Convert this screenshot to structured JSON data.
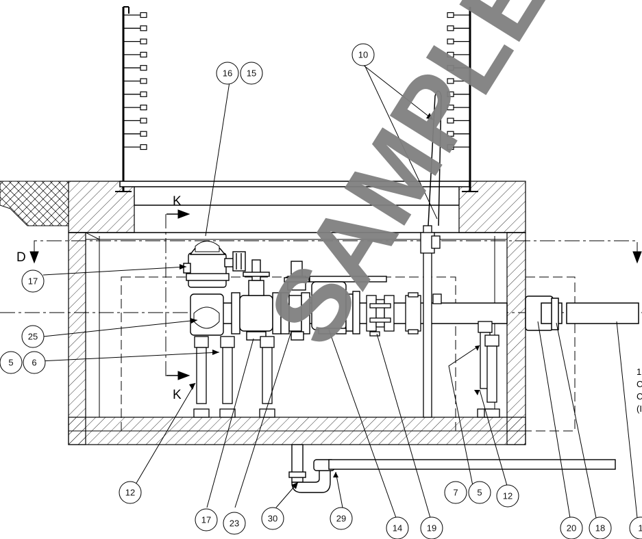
{
  "watermark": {
    "text": "SAMPLE",
    "color": "#808080"
  },
  "section_marks": {
    "k_top": "K",
    "k_bottom": "K",
    "d_left": "D"
  },
  "side_note": {
    "lines": [
      "1",
      "C",
      "C",
      "(I"
    ]
  },
  "balloons": {
    "b10": "10",
    "b16": "16",
    "b15": "15",
    "b17a": "17",
    "b25": "25",
    "b5a": "5",
    "b6": "6",
    "b12a": "12",
    "b17b": "17",
    "b23": "23",
    "b30": "30",
    "b29": "29",
    "b14": "14",
    "b19": "19",
    "b7": "7",
    "b5b": "5",
    "b12b": "12",
    "b20": "20",
    "b18": "18",
    "b1": "1"
  },
  "colors": {
    "line": "#000000",
    "hatch": "#000000",
    "watermark": "#808080"
  }
}
